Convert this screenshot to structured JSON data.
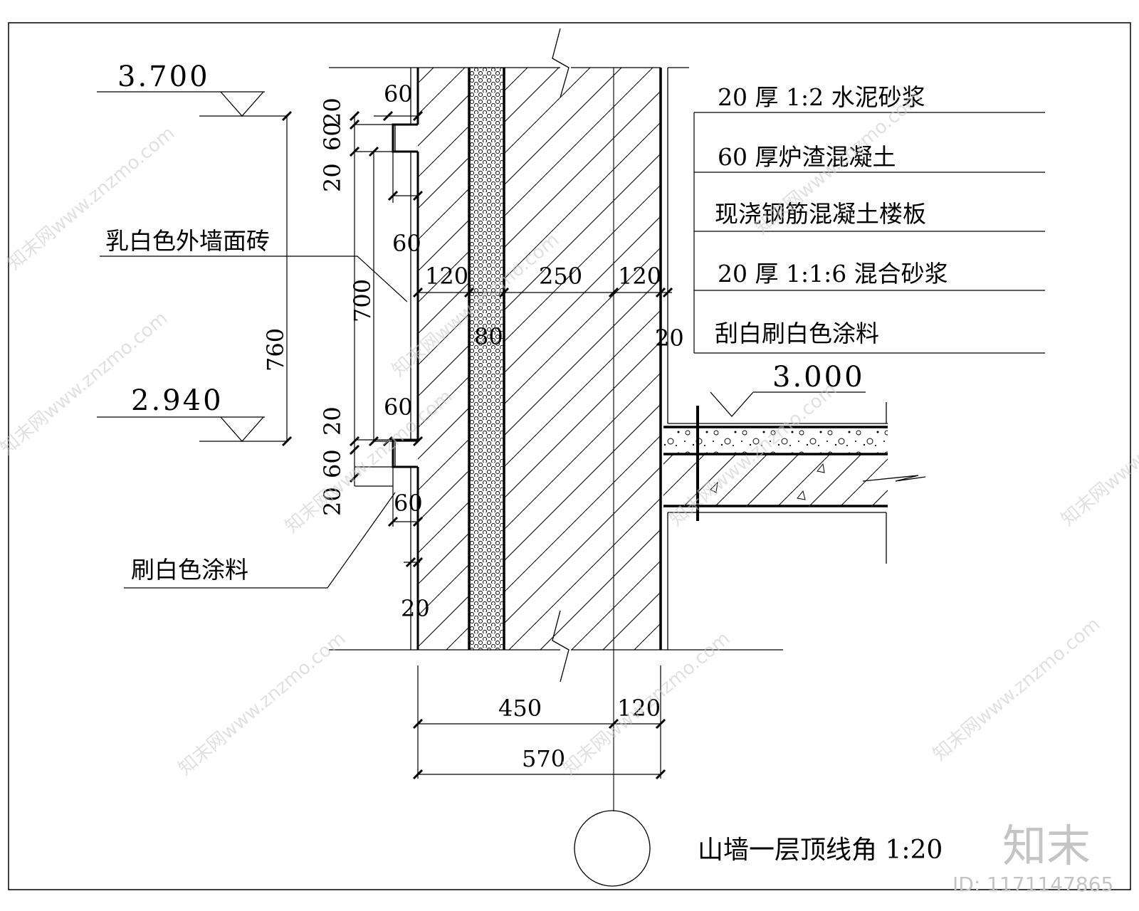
{
  "elevations": {
    "top": "3.700",
    "mid": "2.940",
    "floor": "3.000"
  },
  "dimensions": {
    "left_stack_top": [
      "20",
      "60",
      "20"
    ],
    "left_stack_bottom": [
      "20",
      "60",
      "20"
    ],
    "tile_projection_top": "60",
    "tile_projection_mid": "60",
    "tile_projection_low": "60",
    "tile_projection_lower": "60",
    "band_height": "700",
    "total_height": "760",
    "finish_bottom": "20",
    "layer_outer": "120",
    "layer_insulation": "80",
    "layer_core": "250",
    "layer_inner": "120",
    "plaster_inner": "20",
    "bottom_outer": "450",
    "bottom_inner": "120",
    "bottom_total": "570"
  },
  "notes": {
    "layer1": "20  厚 1:2 水泥砂浆",
    "layer2": "60  厚炉渣混凝土",
    "layer3": "现浇钢筋混凝土楼板",
    "layer4": "20  厚 1:1:6 混合砂浆",
    "layer5": "刮白刷白色涂料",
    "exterior_tile": "乳白色外墙面砖",
    "white_paint": "刷白色涂料"
  },
  "drawing_title": "山墙一层顶线角 1:20",
  "watermark": {
    "site": "知末网www.znzmo.com",
    "logo": "知末",
    "id": "ID: 1171147865"
  }
}
